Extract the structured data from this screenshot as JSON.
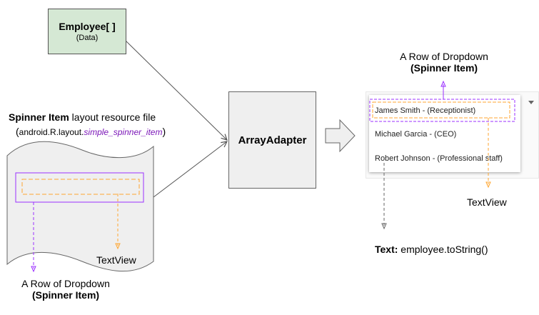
{
  "employee_box": {
    "title": "Employee[ ]",
    "subtitle": "(Data)"
  },
  "adapter_box": {
    "title": "ArrayAdapter"
  },
  "resource_file": {
    "title_bold": "Spinner Item",
    "title_rest": " layout resource file",
    "sub_open": "(",
    "sub_prefix": "android.R.layout.",
    "sub_italic": "simple_spinner_item",
    "sub_close": ")"
  },
  "left_labels": {
    "textview": "TextView",
    "row_line1": "A Row of Dropdown",
    "row_line2": "(Spinner Item)"
  },
  "right_labels": {
    "row_line1": "A Row of Dropdown",
    "row_line2": "(Spinner Item)",
    "textview": "TextView",
    "text_bold": "Text:",
    "text_value": " employee.toString()"
  },
  "dropdown_items": [
    "James Smith - (Receptionist)",
    "Michael Garcia - (CEO)",
    "Robert Johnson - (Professional staff)"
  ],
  "colors": {
    "data_fill": "#d5e8d4",
    "adapter_fill": "#efefef",
    "spinner_item_border": "#9b30ff",
    "textview_border": "#ffa630",
    "connector": "#555555"
  },
  "icons": [
    "dropdown-caret-icon",
    "flow-arrow-icon"
  ]
}
